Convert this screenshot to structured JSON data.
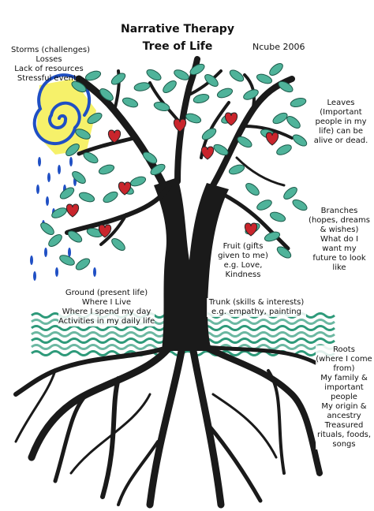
{
  "title": {
    "line1": "Narrative Therapy",
    "line2": "Tree of Life"
  },
  "attribution": "Ncube 2006",
  "labels": {
    "storms": [
      "Storms (challenges)",
      "Losses",
      "Lack of resources",
      "Stressful events"
    ],
    "leaves": [
      "Leaves",
      "(Important",
      "people in my",
      "life) can be",
      "alive or dead."
    ],
    "branches": [
      "Branches",
      "(hopes, dreams",
      "& wishes)",
      "What do I",
      "want my",
      "future to look",
      "like"
    ],
    "fruit": [
      "Fruit (gifts",
      "given to me)",
      "e.g. Love,",
      "Kindness"
    ],
    "ground": [
      "Ground (present life)",
      "Where I Live",
      "Where I spend my day",
      "Activities in my daily life"
    ],
    "trunk": [
      "Trunk (skills & interests)",
      "e.g. empathy, painting"
    ],
    "roots": [
      "Roots",
      "(where I come",
      "from)",
      "My family &",
      "important",
      "people",
      "My origin &",
      "ancestry",
      "Treasured",
      "rituals, foods,",
      "songs"
    ]
  },
  "colors": {
    "leaf": "#4fb39a",
    "leaf_outline": "#1c5a4a",
    "heart": "#c9252c",
    "trunk": "#1a1a1a",
    "ground": "#2e9a7a",
    "storm_blue": "#1f4fc4",
    "sun_yellow": "#f2ec3c"
  }
}
